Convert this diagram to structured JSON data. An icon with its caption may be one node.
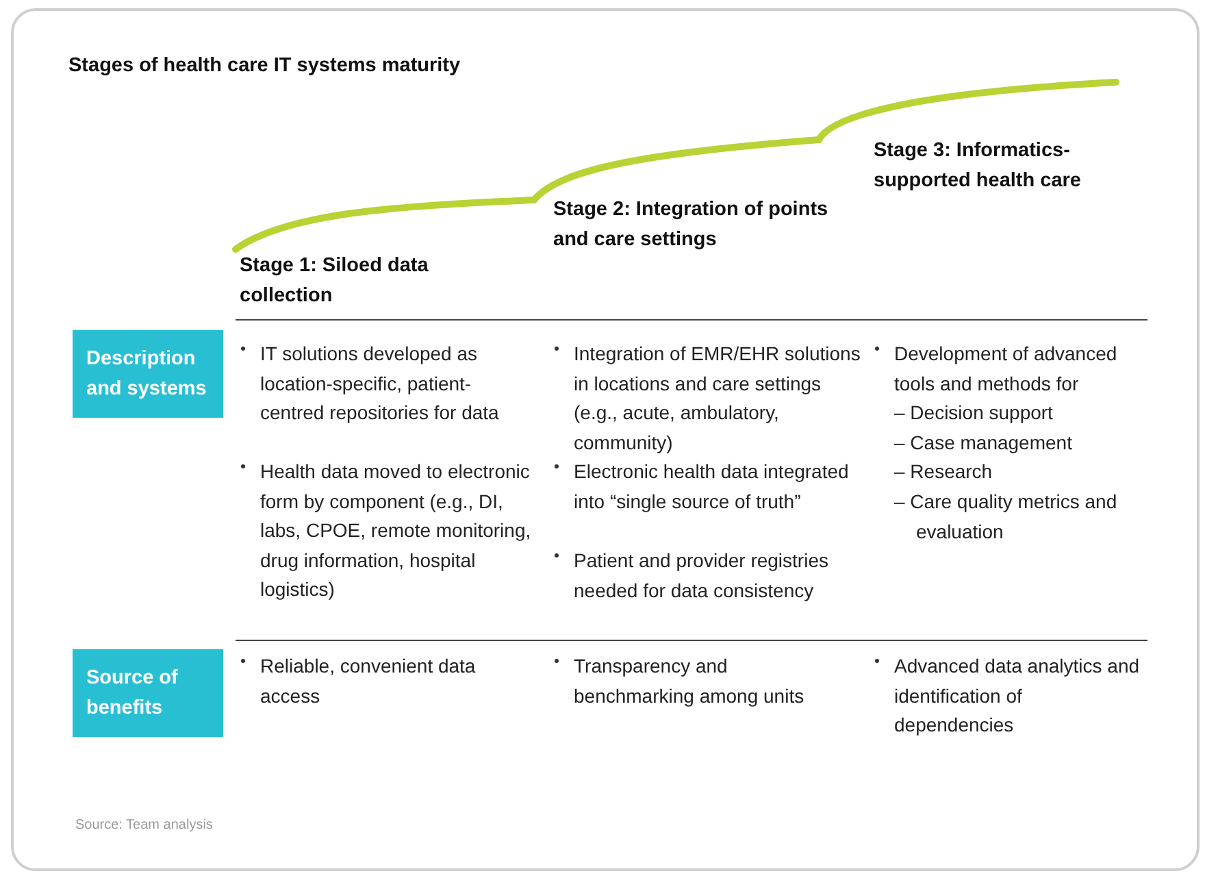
{
  "diagram": {
    "title": "Stages of health care IT systems maturity",
    "caption": "Source: Team analysis",
    "nodes": [
      {
        "text": [
          "Description and systems"
        ]
      },
      {
        "text": [
          "Source of benefits"
        ]
      }
    ],
    "labels": [
      "Stage 1: Siloed data collection",
      "Stage 2: Integration of points and care settings",
      "Stage 3: Informatics-supported health care",
      "IT solutions developed as location-specific, patient-centred repositories for data",
      "Health data moved to electronic form by component (e.g., DI, labs, CPOE, remote monitoring, drug information, hospital logistics)",
      "Integration of EMR/EHR solutions in locations and care settings (e.g., acute, ambulatory, community)",
      "Electronic health data integrated into “single source of truth”",
      "Patient and provider registries needed for data consistency",
      "Development of advanced tools and methods for",
      "– Decision support",
      "– Case management",
      "– Research",
      "– Care quality metrics and evaluation",
      "Reliable, convenient data access",
      "Transparency and benchmarking among units",
      "Advanced data analytics and identification of dependencies"
    ]
  }
}
